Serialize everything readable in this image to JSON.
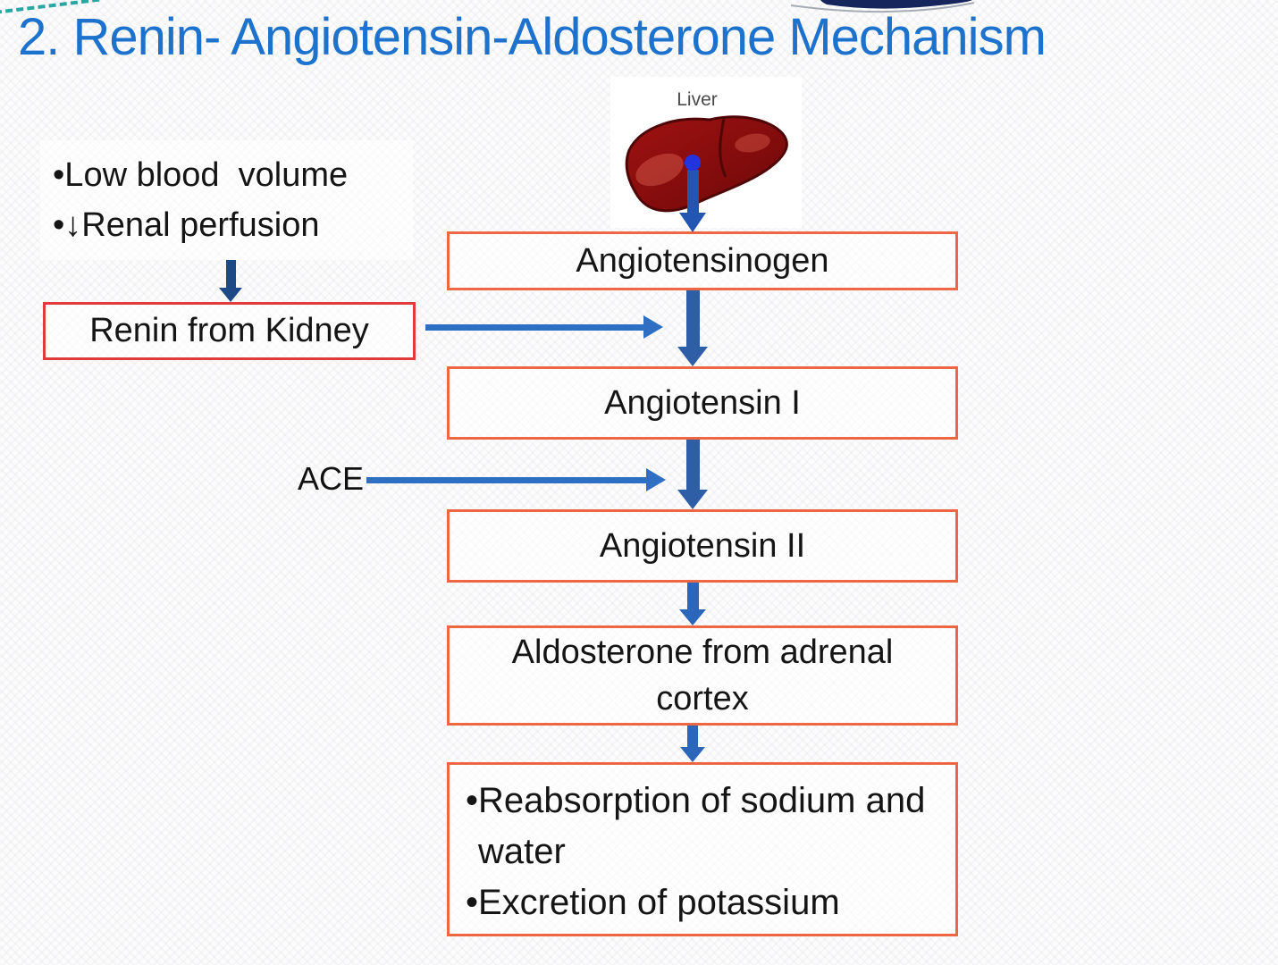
{
  "slide": {
    "title": "2. Renin- Angiotensin-Aldosterone Mechanism"
  },
  "liver": {
    "label": "Liver"
  },
  "boxes": {
    "stimulus": {
      "line1": "•Low blood  volume",
      "line2": "•↓Renal perfusion"
    },
    "renin": {
      "label": "Renin from Kidney"
    },
    "angiotensinogen": {
      "label": "Angiotensinogen"
    },
    "angiotensin_i": {
      "label": "Angiotensin I"
    },
    "angiotensin_ii": {
      "label": "Angiotensin II"
    },
    "aldosterone": {
      "label": "Aldosterone from adrenal cortex"
    },
    "effects": {
      "line1": "•Reabsorption of sodium and water",
      "line2": "•Excretion of potassium"
    }
  },
  "labels": {
    "ace": "ACE"
  },
  "colors": {
    "title_blue": "#1c72cc",
    "center_box_border": "#ed6742",
    "stimulus_box_border": "#e8542f",
    "renin_box_border": "#e03a3a",
    "arrow_navy": "#1d4a86",
    "arrow_steel_blue": "#2d5ea6",
    "arrow_bright_blue": "#2e6fc4",
    "liver_dark_red": "#7d0e0e",
    "liver_dot_blue": "#2233e0",
    "teal_dash": "#28a7a2",
    "corner_navy": "#16255c"
  }
}
